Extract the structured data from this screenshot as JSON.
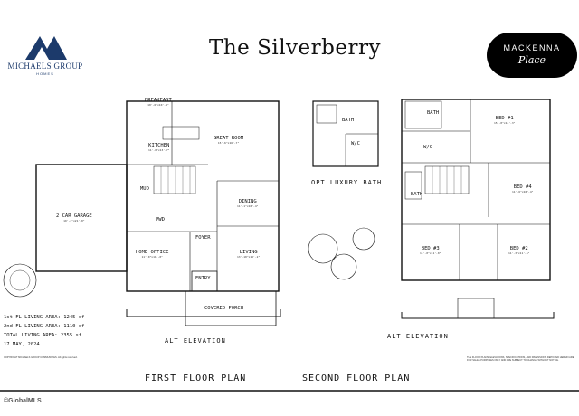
{
  "header": {
    "title": "The Silverberry",
    "left_logo": {
      "brand": "MICHAELS GROUP",
      "sub": "HOMES",
      "colors": {
        "mark": "#1c3a6b"
      }
    },
    "right_logo": {
      "line1": "MACKENNA",
      "line2": "Place"
    }
  },
  "first_floor": {
    "plan_title": "FIRST FLOOR PLAN",
    "elevation_label": "ALT ELEVATION",
    "rooms": [
      {
        "name": "BREAKFAST",
        "dims": "10'-6\"x10'-4\""
      },
      {
        "name": "GREAT ROOM",
        "dims": "15'-6\"x16'-7\""
      },
      {
        "name": "KITCHEN",
        "dims": "11'-0\"x13'-7\""
      },
      {
        "name": "MUD",
        "dims": ""
      },
      {
        "name": "PWD",
        "dims": ""
      },
      {
        "name": "DINING",
        "dims": "11'-1\"x10'-4\""
      },
      {
        "name": "2 CAR GARAGE",
        "dims": "19'-4\"x21'-0\""
      },
      {
        "name": "FOYER",
        "dims": ""
      },
      {
        "name": "HOME OFFICE",
        "dims": "11'-0\"x11'-0\""
      },
      {
        "name": "LIVING",
        "dims": "13'-10\"x16'-2\""
      },
      {
        "name": "ENTRY",
        "dims": ""
      },
      {
        "name": "COVERED PORCH",
        "dims": ""
      }
    ]
  },
  "second_floor": {
    "plan_title": "SECOND FLOOR PLAN",
    "elevation_label": "ALT ELEVATION",
    "luxury_label": "OPT LUXURY BATH",
    "rooms": [
      {
        "name": "BATH",
        "dims": ""
      },
      {
        "name": "BED #1",
        "dims": "15'-0\"x14'-3\""
      },
      {
        "name": "W/C",
        "dims": ""
      },
      {
        "name": "BATH",
        "dims": ""
      },
      {
        "name": "BED #4",
        "dims": "11'-6\"x10'-4\""
      },
      {
        "name": "BED #3",
        "dims": "11'-0\"x11'-0\""
      },
      {
        "name": "BED #2",
        "dims": "11'-3\"x11'-5\""
      },
      {
        "name": "BATH",
        "dims": ""
      },
      {
        "name": "W/C",
        "dims": ""
      }
    ]
  },
  "areas": {
    "first": "1st FL LIVING AREA: 1245 sf",
    "second": "2nd FL LIVING AREA: 1110 sf",
    "total": "TOTAL LIVING AREA: 2355 sf",
    "date": "17 MAY, 2024"
  },
  "footer": {
    "copyright": "COPYRIGHT MICHAELS GROUP COMMUNITIES. All rights reserved.",
    "disclaimer": "THE FLOOR PLANS, ELEVATIONS, SPECIFICATIONS, AND DIMENSIONS DEPICTED HEREIN ARE FOR SALES PURPOSES ONLY AND ARE SUBJECT TO CHANGE WITHOUT NOTICE.",
    "mls": "©GlobalMLS"
  }
}
